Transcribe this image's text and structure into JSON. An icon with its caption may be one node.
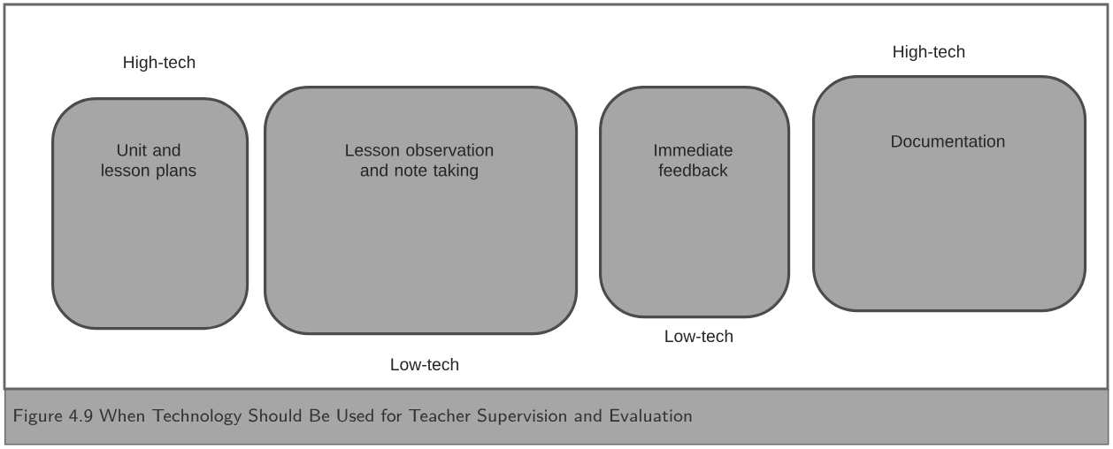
{
  "diagram": {
    "caption": "Figure 4.9 When Technology Should Be Used for Teacher Supervision and Evaluation",
    "nodes": [
      {
        "text": [
          "Unit and lesson plans"
        ],
        "beside": [
          "High-tech"
        ]
      },
      {
        "text": [
          "Lesson observation and note taking"
        ],
        "beside": [
          "Low-tech"
        ]
      },
      {
        "text": [
          "Immediate feedback"
        ],
        "beside": [
          "Low-tech"
        ]
      },
      {
        "text": [
          "Documentation"
        ],
        "beside": [
          "High-tech"
        ]
      }
    ]
  }
}
